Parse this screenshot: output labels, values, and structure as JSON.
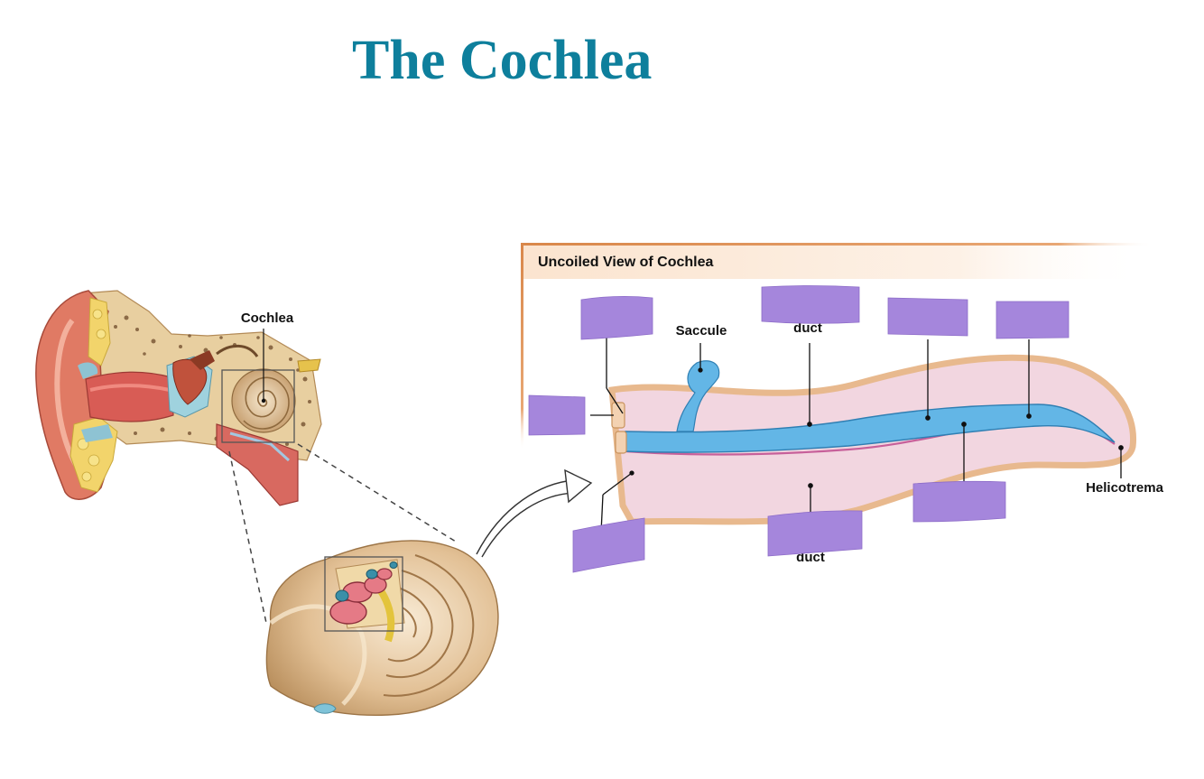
{
  "title": "The Cochlea",
  "labels": {
    "cochlea": "Cochlea",
    "panel_title": "Uncoiled View of Cochlea",
    "saccule": "Saccule",
    "duct_upper": "duct",
    "duct_lower": "duct",
    "helicotrema": "Helicotrema"
  },
  "colors": {
    "title": "#0e7f9c",
    "label_box": "#a586dc",
    "cochlear_duct": "#63b6e6",
    "chamber": "#f2d6e0",
    "panel_border": "#d9874a"
  }
}
